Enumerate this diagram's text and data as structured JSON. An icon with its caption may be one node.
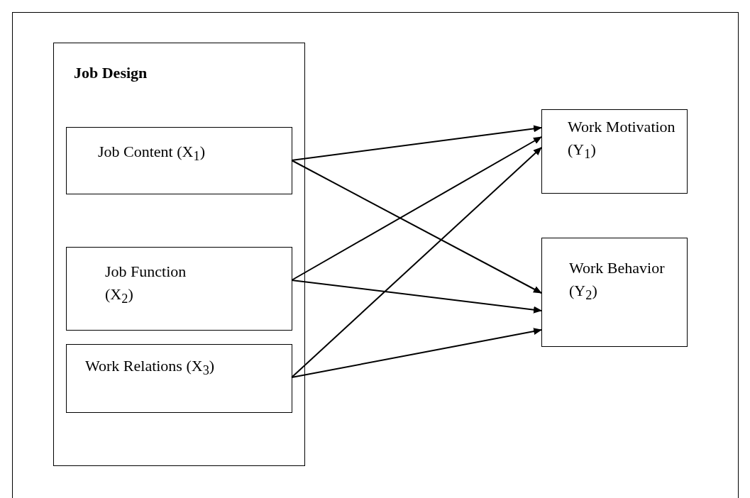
{
  "diagram": {
    "nodes": [
      {
        "text": [
          "Job Design"
        ]
      },
      {
        "text": [
          "Job Content (X$_{1}$)"
        ],
        "in": 0
      },
      {
        "text": [
          "Job Function (X$_{2}$)"
        ],
        "in": 0
      },
      {
        "text": [
          "Work Relations (X$_{3}$)"
        ],
        "in": 0
      },
      {
        "text": [
          "Work Motivation (Y$_{1}$)"
        ]
      },
      {
        "text": [
          "Work Behavior (Y$_{2}$)"
        ]
      }
    ],
    "edges": [
      {
        "from": 1,
        "to": 4,
        "arrow": "to"
      },
      {
        "from": 1,
        "to": 5,
        "arrow": "to"
      },
      {
        "from": 2,
        "to": 4,
        "arrow": "to"
      },
      {
        "from": 2,
        "to": 5,
        "arrow": "to"
      },
      {
        "from": 3,
        "to": 4,
        "arrow": "to"
      },
      {
        "from": 3,
        "to": 5,
        "arrow": "to"
      }
    ]
  }
}
